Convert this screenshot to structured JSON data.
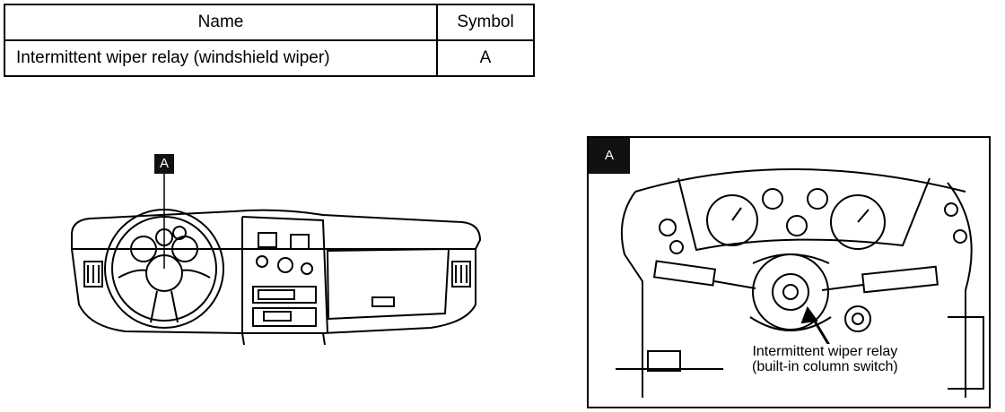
{
  "table": {
    "headers": {
      "name": "Name",
      "symbol": "Symbol"
    },
    "rows": [
      {
        "name": "Intermittent wiper relay (windshield wiper)",
        "symbol": "A"
      }
    ]
  },
  "figure_left": {
    "label": "A"
  },
  "figure_right": {
    "label": "A",
    "callout_line1": "Intermittent wiper relay",
    "callout_line2": "(built-in column switch)"
  }
}
